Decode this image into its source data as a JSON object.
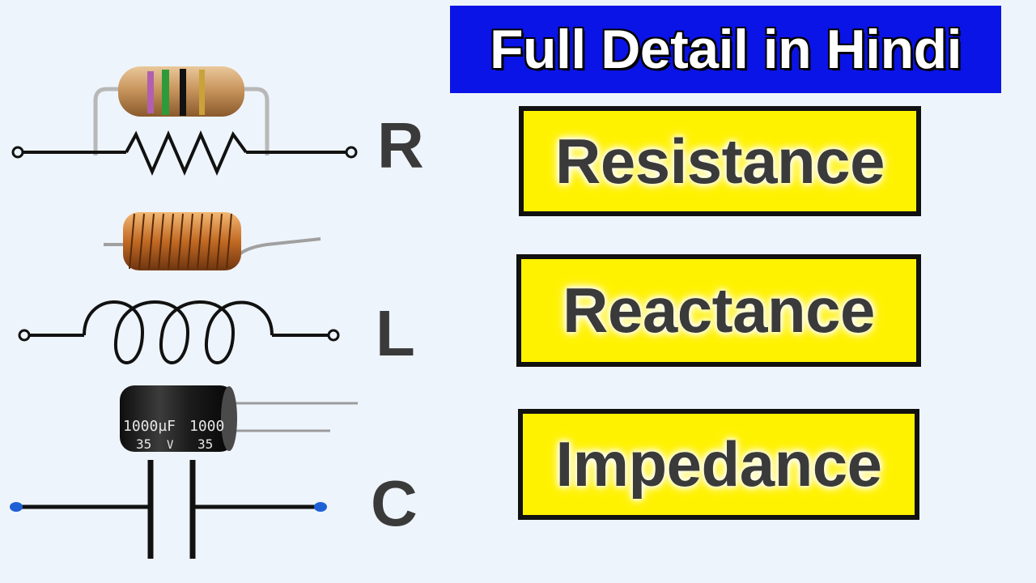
{
  "title": "Full Detail in Hindi",
  "terms": {
    "resistance": "Resistance",
    "reactance": "Reactance",
    "impedance": "Impedance"
  },
  "symbols": {
    "resistor": "R",
    "inductor": "L",
    "capacitor": "C"
  },
  "capacitor_labels": {
    "capacitance_front": "1000µF",
    "capacitance_side": "1000",
    "voltage_front": "35",
    "voltage_unit": "V",
    "voltage_side": "35"
  },
  "colors": {
    "banner": "#0a14e6",
    "term_box": "#fff200",
    "background": "#eef4fb",
    "text_dark": "#3a3a3a"
  }
}
